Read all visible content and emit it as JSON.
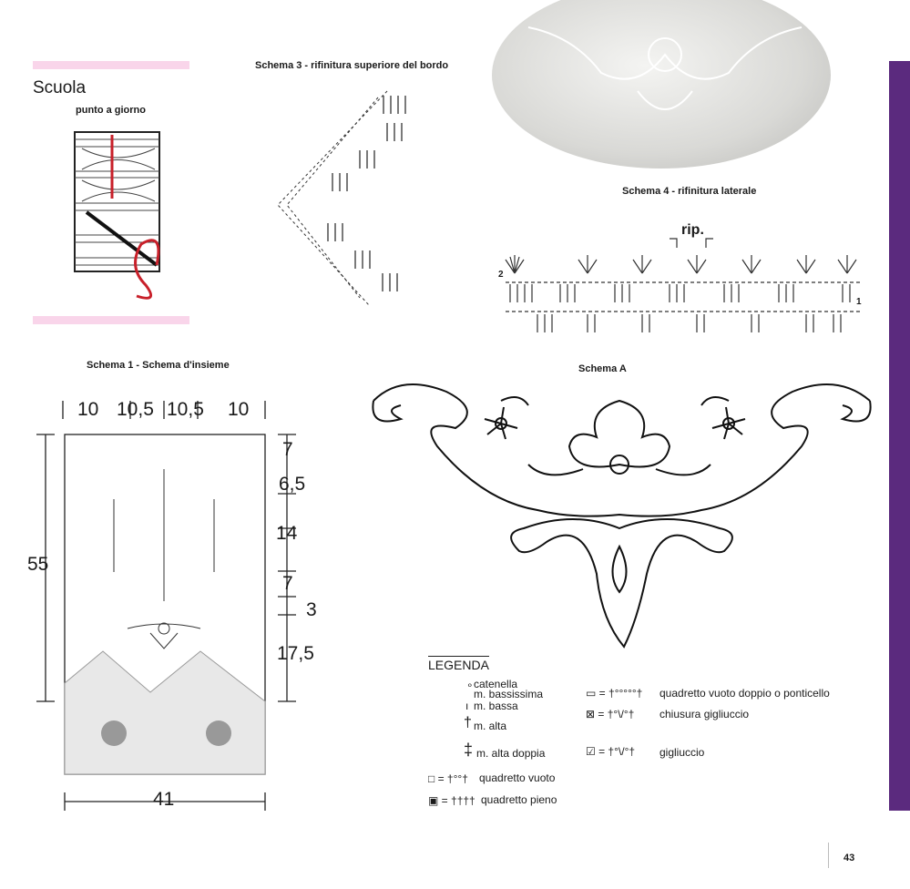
{
  "section": {
    "title": "Scuola",
    "subtitle": "punto a giorno"
  },
  "schema3": {
    "title": "Schema 3 - rifinitura superiore del bordo"
  },
  "schema4": {
    "title": "Schema 4 - rifinitura laterale",
    "repeat_label": "rip.",
    "row_labels": [
      "2",
      "1"
    ]
  },
  "schema1": {
    "title": "Schema 1 - Schema d'insieme",
    "top_dims": [
      "10",
      "10,5",
      "10,5",
      "10"
    ],
    "height_dim": "55",
    "right_dims": [
      "7",
      "6,5",
      "14",
      "7",
      "3",
      "17,5"
    ],
    "width_dim": "41"
  },
  "schemaA": {
    "title": "Schema A"
  },
  "legend": {
    "title": "LEGENDA",
    "items_left": [
      "catenella",
      "m. bassissima",
      "m. bassa",
      "m. alta",
      "m. alta doppia",
      "quadretto vuoto",
      "quadretto pieno"
    ],
    "items_right": [
      "quadretto vuoto doppio o ponticello",
      "chiusura gigliuccio",
      "gigliuccio"
    ]
  },
  "page_number": "43",
  "colors": {
    "accent_purple": "#5b2a7e",
    "pink_band": "#f9d5ea",
    "thread_red": "#c8202a"
  }
}
